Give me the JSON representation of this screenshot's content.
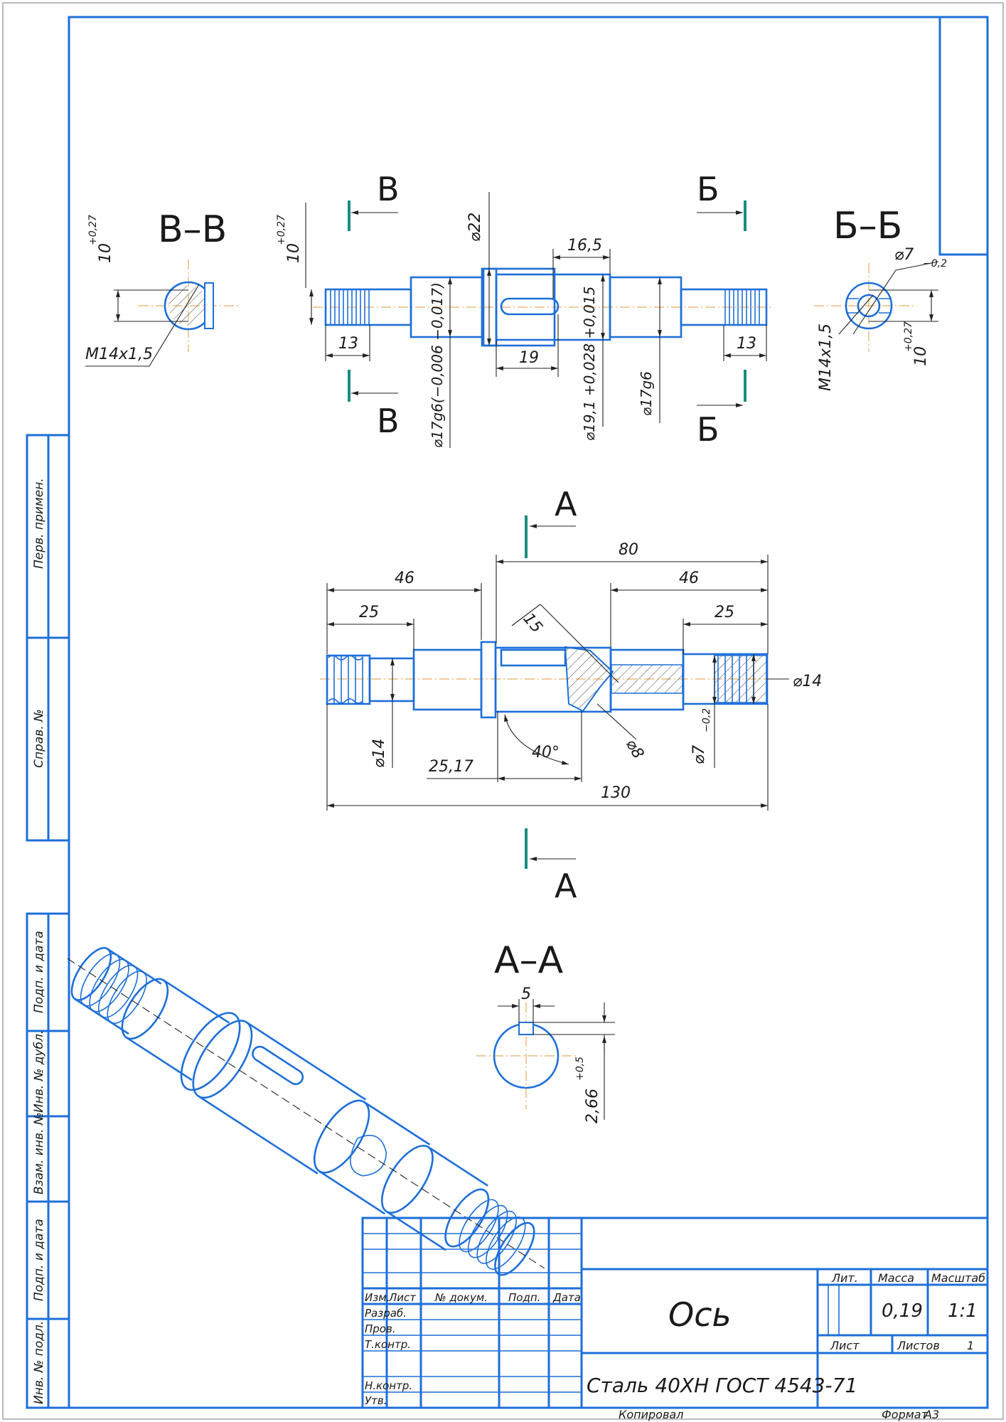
{
  "colors": {
    "outline": "#1e6fd9",
    "dimension": "#222222",
    "centerline": "#e39a3a",
    "section_mark": "#1a8c80"
  },
  "views": {
    "top": {
      "dims": {
        "tol_027": "+0,27",
        "ten": "10",
        "d22": "⌀22",
        "l165": "16,5",
        "l13a": "13",
        "l13b": "13",
        "l19": "19",
        "d17g6_tol": "⌀17g6(−0,006 −0,017)",
        "d191": "⌀19,1 +0,028 +0,015",
        "d17g6": "⌀17g6"
      },
      "markers": {
        "v_top": "В",
        "v_bottom": "В",
        "b_top": "Б",
        "b_bottom": "Б"
      }
    },
    "section_vv": {
      "title": "В–В",
      "dim": "10",
      "tol": "+0,27",
      "thread": "M14x1,5"
    },
    "section_bb": {
      "title": "Б–Б",
      "d7": "⌀7",
      "d7_tol": "−0,2",
      "thread": "M14x1,5",
      "dim": "10",
      "tol": "+0,27"
    },
    "main": {
      "dims": {
        "l80": "80",
        "l46a": "46",
        "l46b": "46",
        "l25a": "25",
        "l25b": "25",
        "l15": "15",
        "d14a": "⌀14",
        "d14b": "⌀14",
        "d8": "⌀8",
        "angle": "40°",
        "d7": "⌀7",
        "d7_tol": "−0,2",
        "l2517": "25,17",
        "l130": "130"
      },
      "markers": {
        "a_top": "А",
        "a_bottom": "А"
      }
    },
    "section_aa": {
      "title": "А–А",
      "w5": "5",
      "dim": "2,66",
      "tol": "+0,5"
    }
  },
  "sidebar": {
    "perv_primen": "Перв. примен.",
    "sprav_no": "Справ. №",
    "podp_data_1": "Подп. и дата",
    "inv_dubl": "Инв. № дубл.",
    "vzam_inv": "Взам. инв. №",
    "podp_data_2": "Подп. и дата",
    "inv_podl": "Инв. № подл."
  },
  "title_block": {
    "headers": {
      "izm": "Изм.",
      "list": "Лист",
      "dokum": "№ докум.",
      "podp": "Подп.",
      "data": "Дата"
    },
    "roles": {
      "razrab": "Разраб.",
      "prov": "Пров.",
      "tkontr": "Т.контр.",
      "nkontr": "Н.контр.",
      "utv": "Утв."
    },
    "name": "Ось",
    "material": "Сталь 40ХН ГОСТ 4543-71",
    "lit_label": "Лит.",
    "massa_label": "Масса",
    "masshtab_label": "Масштаб",
    "massa_value": "0,19",
    "masshtab_value": "1:1",
    "list_label": "Лист",
    "listov_label": "Листов",
    "listov_value": "1"
  },
  "footer": {
    "kopiroval": "Копировал",
    "format_label": "Формат",
    "format_value": "А3"
  }
}
